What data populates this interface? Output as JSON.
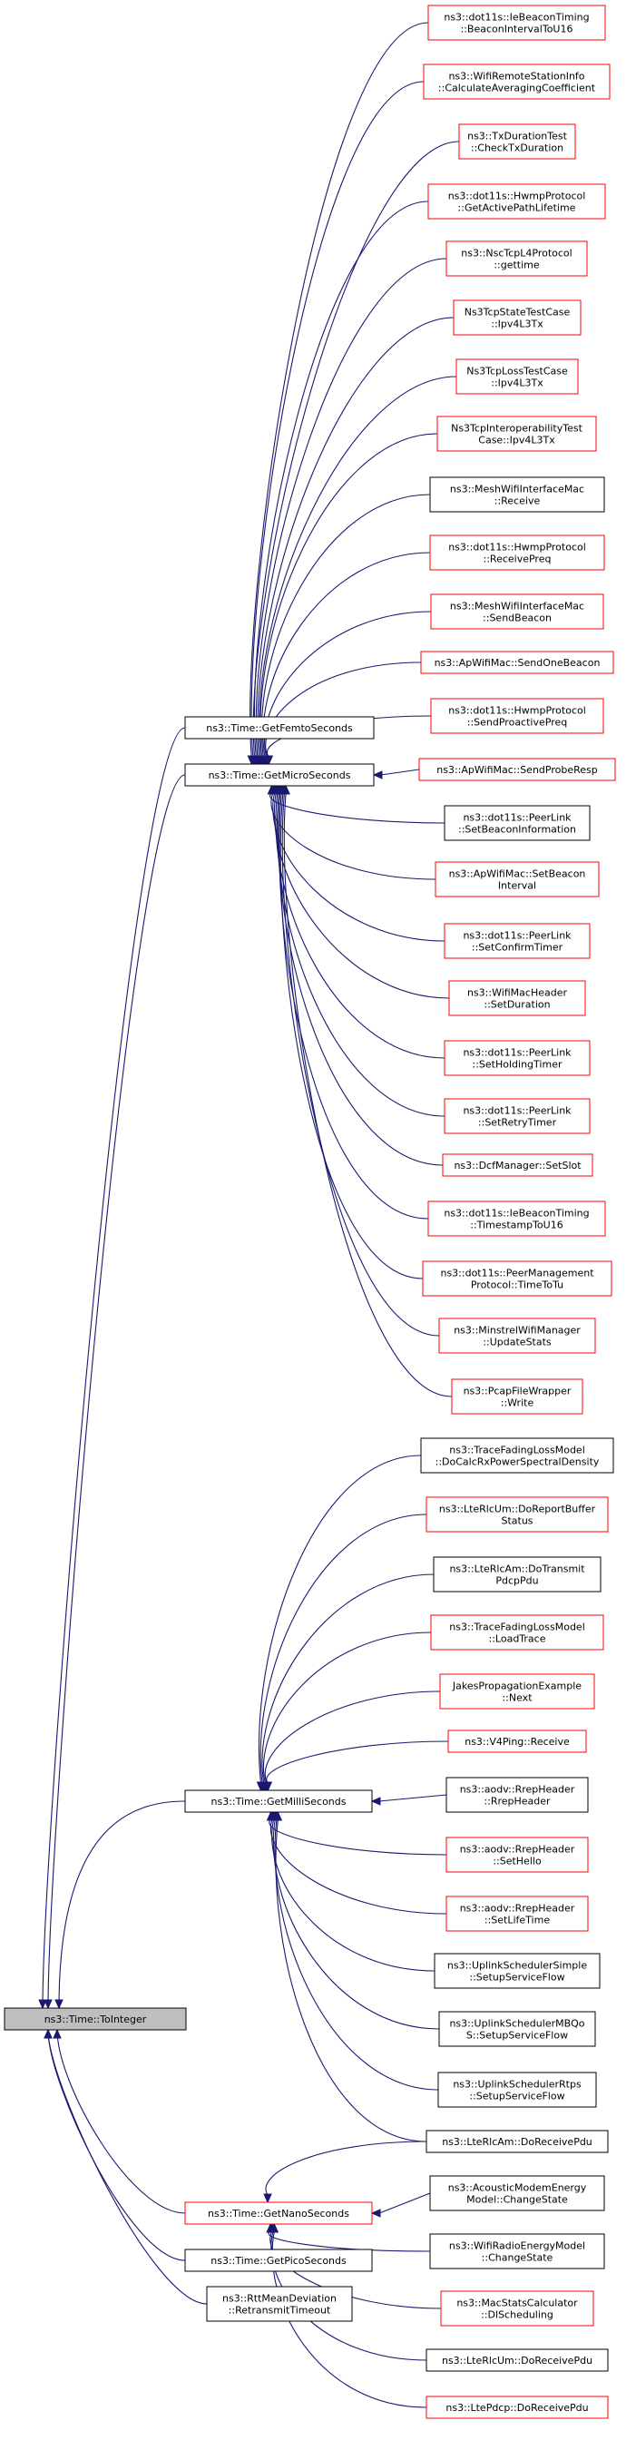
{
  "colors": {
    "edge": "#191970",
    "documented_border": "#000000",
    "undocumented_border": "#ff0000",
    "focus_fill": "#bfbfbf",
    "background": "#ffffff"
  },
  "nodes": [
    {
      "id": "to_integer",
      "lines": [
        "ns3::Time::ToInteger"
      ],
      "style": "focus"
    },
    {
      "id": "get_femto",
      "lines": [
        "ns3::Time::GetFemtoSeconds"
      ],
      "style": "black"
    },
    {
      "id": "get_micro",
      "lines": [
        "ns3::Time::GetMicroSeconds"
      ],
      "style": "black"
    },
    {
      "id": "get_milli",
      "lines": [
        "ns3::Time::GetMilliSeconds"
      ],
      "style": "black"
    },
    {
      "id": "get_nano",
      "lines": [
        "ns3::Time::GetNanoSeconds"
      ],
      "style": "red"
    },
    {
      "id": "get_pico",
      "lines": [
        "ns3::Time::GetPicoSeconds"
      ],
      "style": "black"
    },
    {
      "id": "rtt",
      "lines": [
        "ns3::RttMeanDeviation",
        "::RetransmitTimeout"
      ],
      "style": "black"
    },
    {
      "id": "m1",
      "lines": [
        "ns3::dot11s::IeBeaconTiming",
        "::BeaconIntervalToU16"
      ],
      "style": "red"
    },
    {
      "id": "m2",
      "lines": [
        "ns3::WifiRemoteStationInfo",
        "::CalculateAveragingCoefficient"
      ],
      "style": "red"
    },
    {
      "id": "m3",
      "lines": [
        "ns3::TxDurationTest",
        "::CheckTxDuration"
      ],
      "style": "red"
    },
    {
      "id": "m4",
      "lines": [
        "ns3::dot11s::HwmpProtocol",
        "::GetActivePathLifetime"
      ],
      "style": "red"
    },
    {
      "id": "m5",
      "lines": [
        "ns3::NscTcpL4Protocol",
        "::gettime"
      ],
      "style": "red"
    },
    {
      "id": "m6",
      "lines": [
        "Ns3TcpStateTestCase",
        "::Ipv4L3Tx"
      ],
      "style": "red"
    },
    {
      "id": "m7",
      "lines": [
        "Ns3TcpLossTestCase",
        "::Ipv4L3Tx"
      ],
      "style": "red"
    },
    {
      "id": "m8",
      "lines": [
        "Ns3TcpInteroperabilityTest",
        "Case::Ipv4L3Tx"
      ],
      "style": "red"
    },
    {
      "id": "m9",
      "lines": [
        "ns3::MeshWifiInterfaceMac",
        "::Receive"
      ],
      "style": "black"
    },
    {
      "id": "m10",
      "lines": [
        "ns3::dot11s::HwmpProtocol",
        "::ReceivePreq"
      ],
      "style": "red"
    },
    {
      "id": "m11",
      "lines": [
        "ns3::MeshWifiInterfaceMac",
        "::SendBeacon"
      ],
      "style": "red"
    },
    {
      "id": "m12",
      "lines": [
        "ns3::ApWifiMac::SendOneBeacon"
      ],
      "style": "red"
    },
    {
      "id": "m13",
      "lines": [
        "ns3::dot11s::HwmpProtocol",
        "::SendProactivePreq"
      ],
      "style": "red"
    },
    {
      "id": "m14",
      "lines": [
        "ns3::ApWifiMac::SendProbeResp"
      ],
      "style": "red"
    },
    {
      "id": "m15",
      "lines": [
        "ns3::dot11s::PeerLink",
        "::SetBeaconInformation"
      ],
      "style": "black"
    },
    {
      "id": "m16",
      "lines": [
        "ns3::ApWifiMac::SetBeacon",
        "Interval"
      ],
      "style": "red"
    },
    {
      "id": "m17",
      "lines": [
        "ns3::dot11s::PeerLink",
        "::SetConfirmTimer"
      ],
      "style": "red"
    },
    {
      "id": "m18",
      "lines": [
        "ns3::WifiMacHeader",
        "::SetDuration"
      ],
      "style": "red"
    },
    {
      "id": "m19",
      "lines": [
        "ns3::dot11s::PeerLink",
        "::SetHoldingTimer"
      ],
      "style": "red"
    },
    {
      "id": "m20",
      "lines": [
        "ns3::dot11s::PeerLink",
        "::SetRetryTimer"
      ],
      "style": "red"
    },
    {
      "id": "m21",
      "lines": [
        "ns3::DcfManager::SetSlot"
      ],
      "style": "red"
    },
    {
      "id": "m22",
      "lines": [
        "ns3::dot11s::IeBeaconTiming",
        "::TimestampToU16"
      ],
      "style": "red"
    },
    {
      "id": "m23",
      "lines": [
        "ns3::dot11s::PeerManagement",
        "Protocol::TimeToTu"
      ],
      "style": "red"
    },
    {
      "id": "m24",
      "lines": [
        "ns3::MinstrelWifiManager",
        "::UpdateStats"
      ],
      "style": "red"
    },
    {
      "id": "m25",
      "lines": [
        "ns3::PcapFileWrapper",
        "::Write"
      ],
      "style": "red"
    },
    {
      "id": "l1",
      "lines": [
        "ns3::TraceFadingLossModel",
        "::DoCalcRxPowerSpectralDensity"
      ],
      "style": "black"
    },
    {
      "id": "l2",
      "lines": [
        "ns3::LteRlcUm::DoReportBuffer",
        "Status"
      ],
      "style": "red"
    },
    {
      "id": "l3",
      "lines": [
        "ns3::LteRlcAm::DoTransmit",
        "PdcpPdu"
      ],
      "style": "black"
    },
    {
      "id": "l4",
      "lines": [
        "ns3::TraceFadingLossModel",
        "::LoadTrace"
      ],
      "style": "red"
    },
    {
      "id": "l5",
      "lines": [
        "JakesPropagationExample",
        "::Next"
      ],
      "style": "red"
    },
    {
      "id": "l6",
      "lines": [
        "ns3::V4Ping::Receive"
      ],
      "style": "red"
    },
    {
      "id": "l7",
      "lines": [
        "ns3::aodv::RrepHeader",
        "::RrepHeader"
      ],
      "style": "black"
    },
    {
      "id": "l8",
      "lines": [
        "ns3::aodv::RrepHeader",
        "::SetHello"
      ],
      "style": "red"
    },
    {
      "id": "l9",
      "lines": [
        "ns3::aodv::RrepHeader",
        "::SetLifeTime"
      ],
      "style": "red"
    },
    {
      "id": "l10",
      "lines": [
        "ns3::UplinkSchedulerSimple",
        "::SetupServiceFlow"
      ],
      "style": "black"
    },
    {
      "id": "l11",
      "lines": [
        "ns3::UplinkSchedulerMBQo",
        "S::SetupServiceFlow"
      ],
      "style": "black"
    },
    {
      "id": "l12",
      "lines": [
        "ns3::UplinkSchedulerRtps",
        "::SetupServiceFlow"
      ],
      "style": "black"
    },
    {
      "id": "n0",
      "lines": [
        "ns3::LteRlcAm::DoReceivePdu"
      ],
      "style": "black"
    },
    {
      "id": "n1",
      "lines": [
        "ns3::AcousticModemEnergy",
        "Model::ChangeState"
      ],
      "style": "black"
    },
    {
      "id": "n2",
      "lines": [
        "ns3::WifiRadioEnergyModel",
        "::ChangeState"
      ],
      "style": "black"
    },
    {
      "id": "n3",
      "lines": [
        "ns3::MacStatsCalculator",
        "::DlScheduling"
      ],
      "style": "red"
    },
    {
      "id": "n4",
      "lines": [
        "ns3::LteRlcUm::DoReceivePdu"
      ],
      "style": "black"
    },
    {
      "id": "n5",
      "lines": [
        "ns3::LtePdcp::DoReceivePdu"
      ],
      "style": "red"
    }
  ],
  "edges": [
    [
      "get_femto",
      "to_integer"
    ],
    [
      "get_micro",
      "to_integer"
    ],
    [
      "get_milli",
      "to_integer"
    ],
    [
      "get_nano",
      "to_integer"
    ],
    [
      "get_pico",
      "to_integer"
    ],
    [
      "rtt",
      "to_integer"
    ],
    [
      "m1",
      "get_micro"
    ],
    [
      "m2",
      "get_micro"
    ],
    [
      "m3",
      "get_micro"
    ],
    [
      "m4",
      "get_micro"
    ],
    [
      "m5",
      "get_micro"
    ],
    [
      "m6",
      "get_micro"
    ],
    [
      "m7",
      "get_micro"
    ],
    [
      "m8",
      "get_micro"
    ],
    [
      "m9",
      "get_micro"
    ],
    [
      "m10",
      "get_micro"
    ],
    [
      "m11",
      "get_micro"
    ],
    [
      "m12",
      "get_micro"
    ],
    [
      "m13",
      "get_micro"
    ],
    [
      "m14",
      "get_micro"
    ],
    [
      "m15",
      "get_micro"
    ],
    [
      "m16",
      "get_micro"
    ],
    [
      "m17",
      "get_micro"
    ],
    [
      "m18",
      "get_micro"
    ],
    [
      "m19",
      "get_micro"
    ],
    [
      "m20",
      "get_micro"
    ],
    [
      "m21",
      "get_micro"
    ],
    [
      "m22",
      "get_micro"
    ],
    [
      "m23",
      "get_micro"
    ],
    [
      "m24",
      "get_micro"
    ],
    [
      "m25",
      "get_micro"
    ],
    [
      "l1",
      "get_milli"
    ],
    [
      "l2",
      "get_milli"
    ],
    [
      "l3",
      "get_milli"
    ],
    [
      "l4",
      "get_milli"
    ],
    [
      "l5",
      "get_milli"
    ],
    [
      "l6",
      "get_milli"
    ],
    [
      "l7",
      "get_milli"
    ],
    [
      "l8",
      "get_milli"
    ],
    [
      "l9",
      "get_milli"
    ],
    [
      "l10",
      "get_milli"
    ],
    [
      "l11",
      "get_milli"
    ],
    [
      "l12",
      "get_milli"
    ],
    [
      "n0",
      "get_milli"
    ],
    [
      "n0",
      "get_nano"
    ],
    [
      "n1",
      "get_nano"
    ],
    [
      "n2",
      "get_nano"
    ],
    [
      "n3",
      "get_nano"
    ],
    [
      "n4",
      "get_nano"
    ],
    [
      "n5",
      "get_nano"
    ]
  ]
}
